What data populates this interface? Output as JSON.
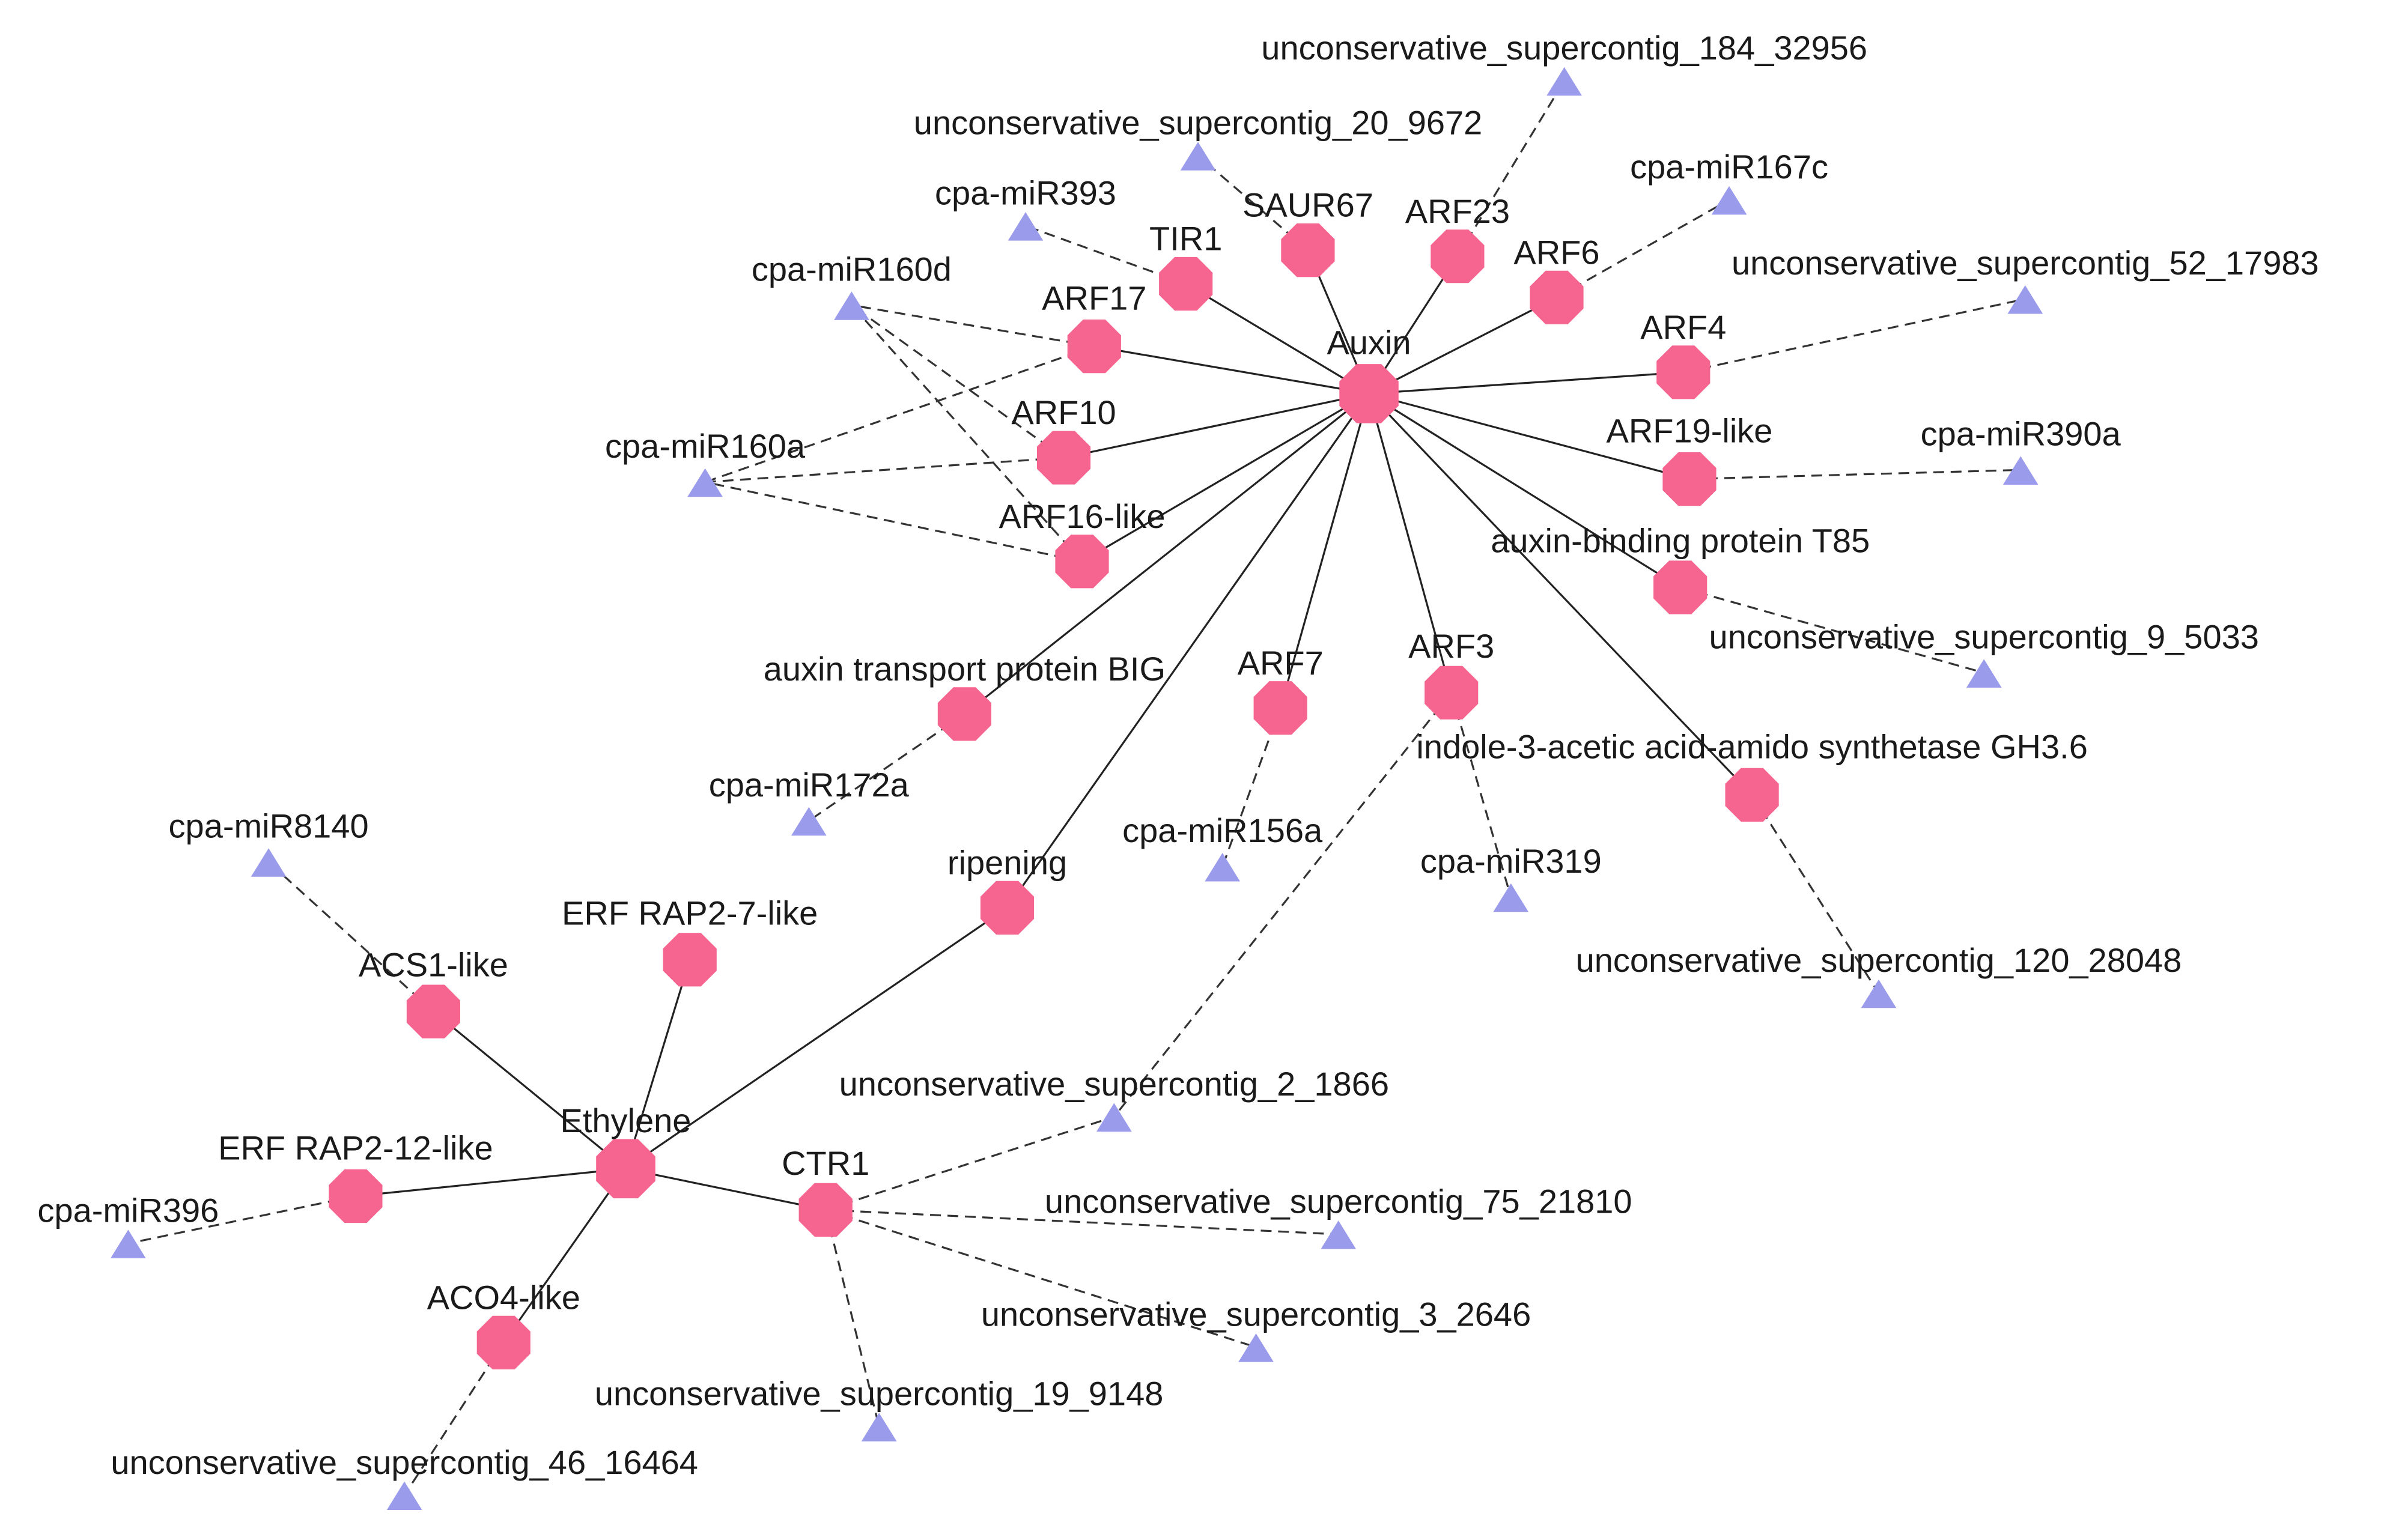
{
  "colors": {
    "gene": "#f5658f",
    "mirna": "#9b9bec",
    "edge": "#222222"
  },
  "hubs": [
    "Auxin",
    "Ethylene"
  ],
  "genes": [
    "TIR1",
    "SAUR67",
    "ARF23",
    "ARF6",
    "ARF17",
    "ARF4",
    "ARF10",
    "ARF19-like",
    "ARF16-like",
    "auxin-binding protein T85",
    "auxin transport protein BIG",
    "ARF7",
    "ARF3",
    "indole-3-acetic acid-amido synthetase GH3.6",
    "ripening",
    "ERF RAP2-7-like",
    "ACS1-like",
    "CTR1",
    "ERF RAP2-12-like",
    "ACO4-like"
  ],
  "mirnas": [
    "unconservative_supercontig_184_32956",
    "unconservative_supercontig_20_9672",
    "cpa-miR167c",
    "cpa-miR393",
    "unconservative_supercontig_52_17983",
    "cpa-miR160d",
    "cpa-miR160a",
    "cpa-miR390a",
    "unconservative_supercontig_9_5033",
    "cpa-miR172a",
    "cpa-miR156a",
    "cpa-miR319",
    "cpa-miR8140",
    "unconservative_supercontig_120_28048",
    "unconservative_supercontig_2_1866",
    "unconservative_supercontig_75_21810",
    "cpa-miR396",
    "unconservative_supercontig_3_2646",
    "unconservative_supercontig_19_9148",
    "unconservative_supercontig_46_16464"
  ],
  "interactions": [
    {
      "source": "Auxin",
      "target": "TIR1",
      "style": "solid"
    },
    {
      "source": "Auxin",
      "target": "SAUR67",
      "style": "solid"
    },
    {
      "source": "Auxin",
      "target": "ARF23",
      "style": "solid"
    },
    {
      "source": "Auxin",
      "target": "ARF6",
      "style": "solid"
    },
    {
      "source": "Auxin",
      "target": "ARF17",
      "style": "solid"
    },
    {
      "source": "Auxin",
      "target": "ARF4",
      "style": "solid"
    },
    {
      "source": "Auxin",
      "target": "ARF10",
      "style": "solid"
    },
    {
      "source": "Auxin",
      "target": "ARF19-like",
      "style": "solid"
    },
    {
      "source": "Auxin",
      "target": "ARF16-like",
      "style": "solid"
    },
    {
      "source": "Auxin",
      "target": "auxin-binding protein T85",
      "style": "solid"
    },
    {
      "source": "Auxin",
      "target": "auxin transport protein BIG",
      "style": "solid"
    },
    {
      "source": "Auxin",
      "target": "ARF7",
      "style": "solid"
    },
    {
      "source": "Auxin",
      "target": "ARF3",
      "style": "solid"
    },
    {
      "source": "Auxin",
      "target": "indole-3-acetic acid-amido synthetase GH3.6",
      "style": "solid"
    },
    {
      "source": "Auxin",
      "target": "ripening",
      "style": "solid"
    },
    {
      "source": "Ethylene",
      "target": "ripening",
      "style": "solid"
    },
    {
      "source": "Ethylene",
      "target": "ERF RAP2-7-like",
      "style": "solid"
    },
    {
      "source": "Ethylene",
      "target": "ACS1-like",
      "style": "solid"
    },
    {
      "source": "Ethylene",
      "target": "CTR1",
      "style": "solid"
    },
    {
      "source": "Ethylene",
      "target": "ERF RAP2-12-like",
      "style": "solid"
    },
    {
      "source": "Ethylene",
      "target": "ACO4-like",
      "style": "solid"
    },
    {
      "source": "TIR1",
      "target": "cpa-miR393",
      "style": "dashed"
    },
    {
      "source": "SAUR67",
      "target": "unconservative_supercontig_20_9672",
      "style": "dashed"
    },
    {
      "source": "ARF23",
      "target": "unconservative_supercontig_184_32956",
      "style": "dashed"
    },
    {
      "source": "ARF6",
      "target": "cpa-miR167c",
      "style": "dashed"
    },
    {
      "source": "ARF4",
      "target": "unconservative_supercontig_52_17983",
      "style": "dashed"
    },
    {
      "source": "ARF17",
      "target": "cpa-miR160d",
      "style": "dashed"
    },
    {
      "source": "ARF17",
      "target": "cpa-miR160a",
      "style": "dashed"
    },
    {
      "source": "ARF10",
      "target": "cpa-miR160d",
      "style": "dashed"
    },
    {
      "source": "ARF10",
      "target": "cpa-miR160a",
      "style": "dashed"
    },
    {
      "source": "ARF16-like",
      "target": "cpa-miR160d",
      "style": "dashed"
    },
    {
      "source": "ARF16-like",
      "target": "cpa-miR160a",
      "style": "dashed"
    },
    {
      "source": "ARF19-like",
      "target": "cpa-miR390a",
      "style": "dashed"
    },
    {
      "source": "auxin-binding protein T85",
      "target": "unconservative_supercontig_9_5033",
      "style": "dashed"
    },
    {
      "source": "auxin transport protein BIG",
      "target": "cpa-miR172a",
      "style": "dashed"
    },
    {
      "source": "ARF7",
      "target": "cpa-miR156a",
      "style": "dashed"
    },
    {
      "source": "ARF3",
      "target": "cpa-miR319",
      "style": "dashed"
    },
    {
      "source": "ARF3",
      "target": "unconservative_supercontig_2_1866",
      "style": "dashed"
    },
    {
      "source": "indole-3-acetic acid-amido synthetase GH3.6",
      "target": "unconservative_supercontig_120_28048",
      "style": "dashed"
    },
    {
      "source": "ACS1-like",
      "target": "cpa-miR8140",
      "style": "dashed"
    },
    {
      "source": "CTR1",
      "target": "unconservative_supercontig_2_1866",
      "style": "dashed"
    },
    {
      "source": "CTR1",
      "target": "unconservative_supercontig_75_21810",
      "style": "dashed"
    },
    {
      "source": "CTR1",
      "target": "unconservative_supercontig_3_2646",
      "style": "dashed"
    },
    {
      "source": "CTR1",
      "target": "unconservative_supercontig_19_9148",
      "style": "dashed"
    },
    {
      "source": "ERF RAP2-12-like",
      "target": "cpa-miR396",
      "style": "dashed"
    },
    {
      "source": "ACO4-like",
      "target": "unconservative_supercontig_46_16464",
      "style": "dashed"
    }
  ]
}
